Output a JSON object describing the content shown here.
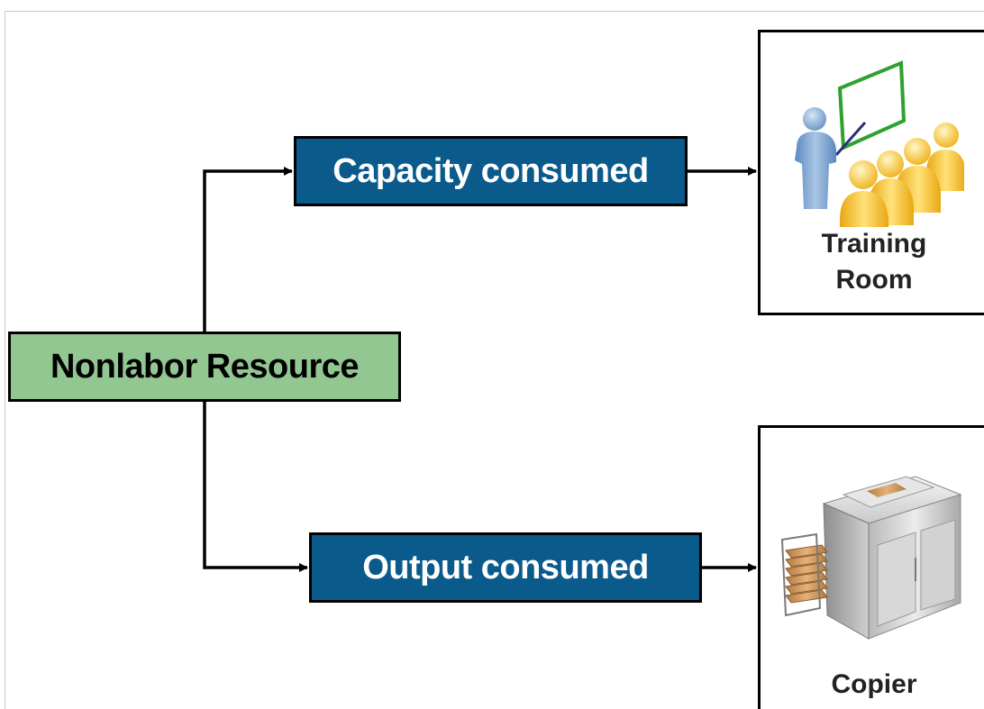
{
  "diagram": {
    "root": {
      "label": "Nonlabor Resource"
    },
    "branches": [
      {
        "label": "Capacity consumed",
        "target": {
          "label_lines": [
            "Training",
            "Room"
          ],
          "icon": "training-room-icon"
        }
      },
      {
        "label": "Output consumed",
        "target": {
          "label_lines": [
            "Copier"
          ],
          "icon": "copier-icon"
        }
      }
    ]
  },
  "colors": {
    "root_fill": "#92c792",
    "branch_fill": "#0a5a8c",
    "branch_text": "#ffffff",
    "stroke": "#000000"
  }
}
